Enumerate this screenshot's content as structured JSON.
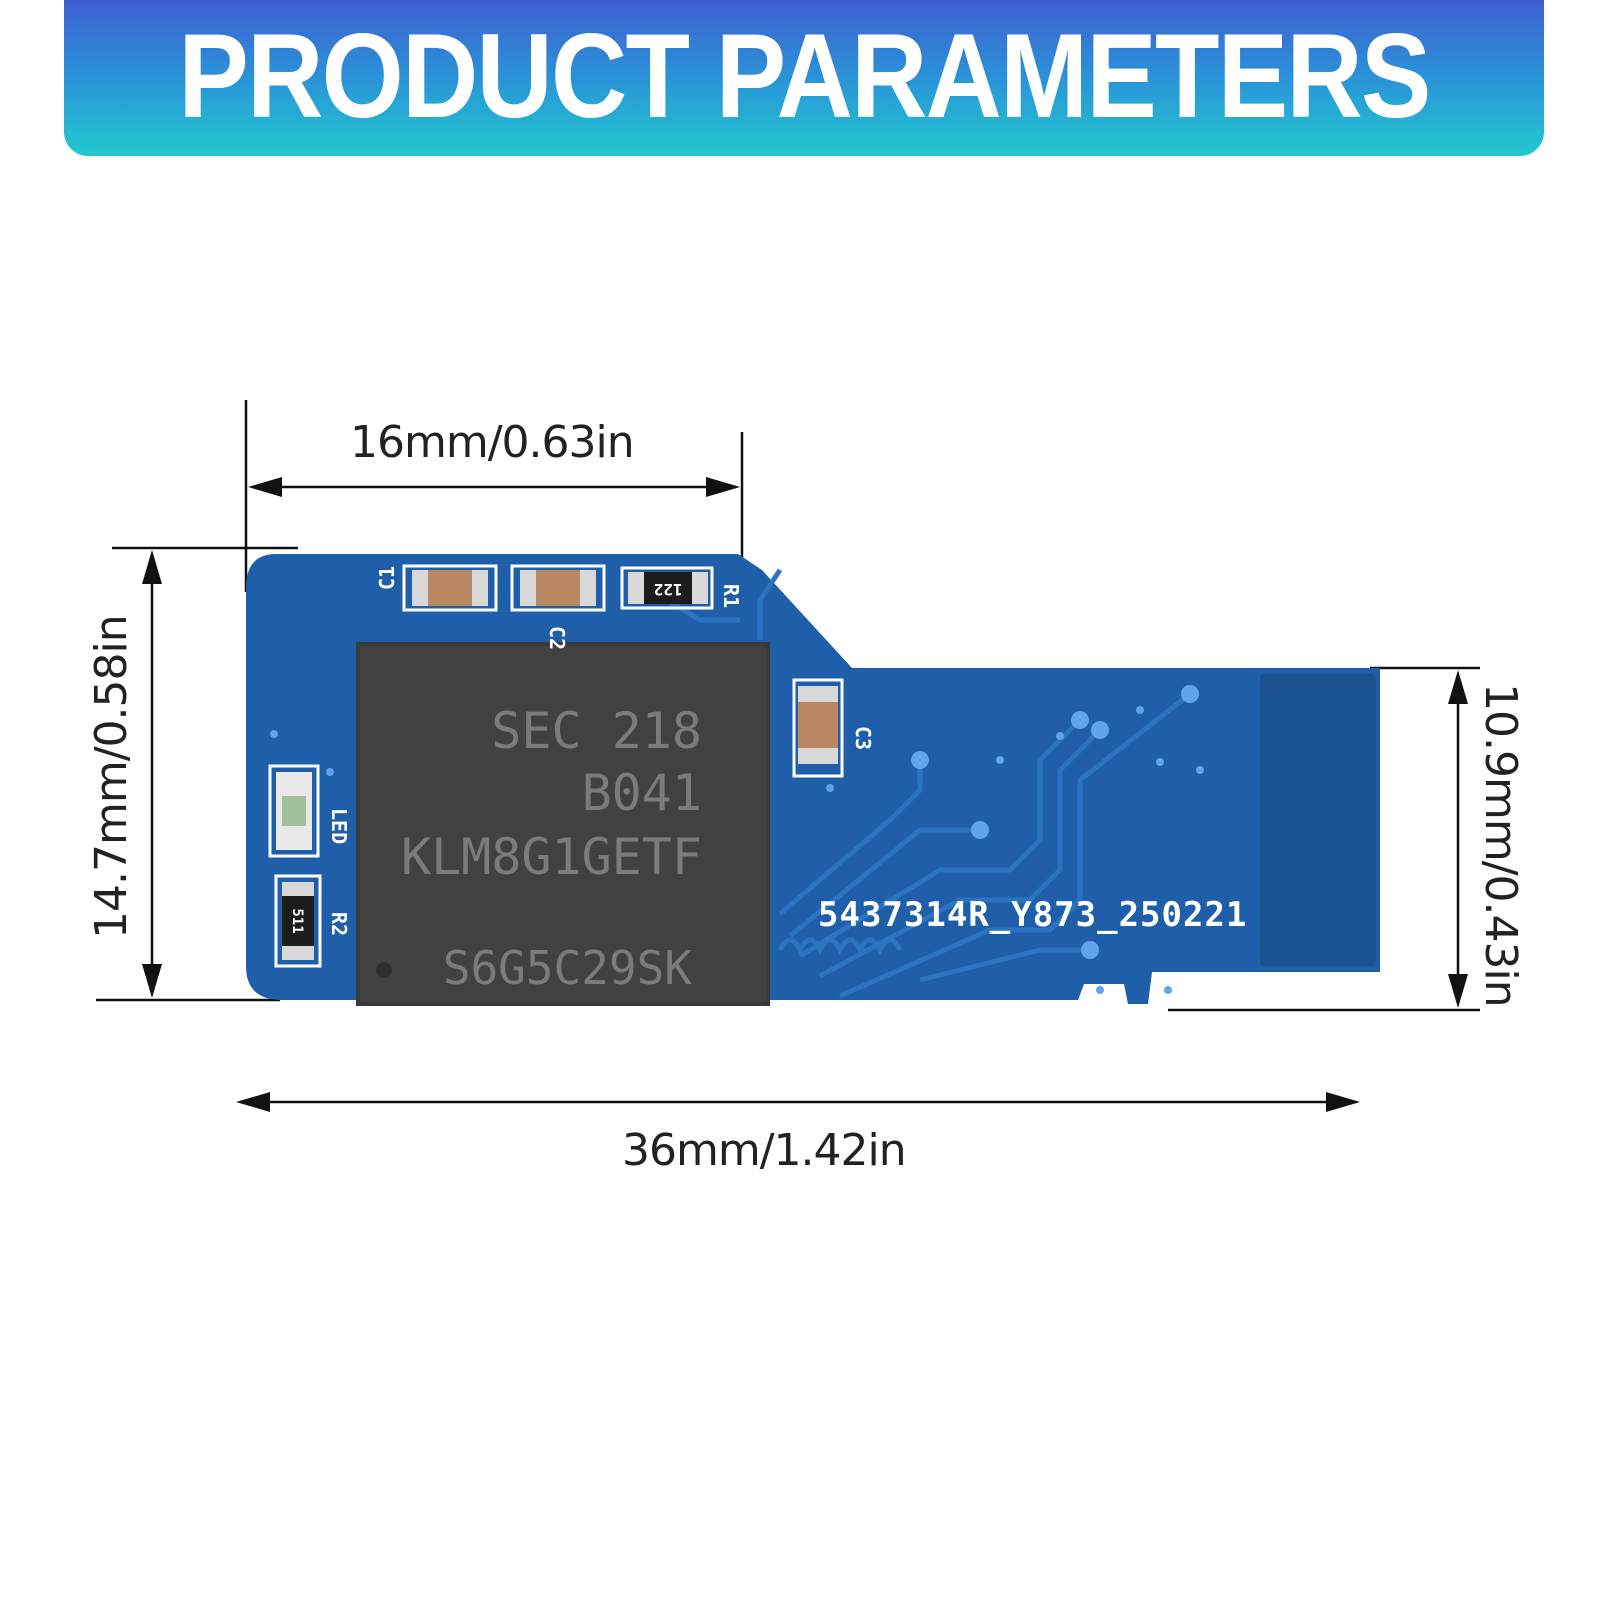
{
  "banner": {
    "title": "PRODUCT PARAMETERS",
    "colors": [
      "#3f5fd0",
      "#22c9cf"
    ]
  },
  "dimensions": {
    "top_width": "16mm/0.63in",
    "total_length": "36mm/1.42in",
    "left_height": "14.7mm/0.58in",
    "right_height": "10.9mm/0.43in"
  },
  "pcb": {
    "color": "#1f5ea8",
    "chip_lines": [
      "SEC 218",
      "B041",
      "KLM8G1GETF",
      "S6G5C29SK"
    ],
    "board_code": "5437314R_Y873_250221",
    "component_labels": {
      "c1": "C1",
      "c2": "C2",
      "c3": "C3",
      "r1": "R1",
      "r2": "R2",
      "led": "LED",
      "r1_value": "122",
      "r2_value": "511"
    }
  }
}
